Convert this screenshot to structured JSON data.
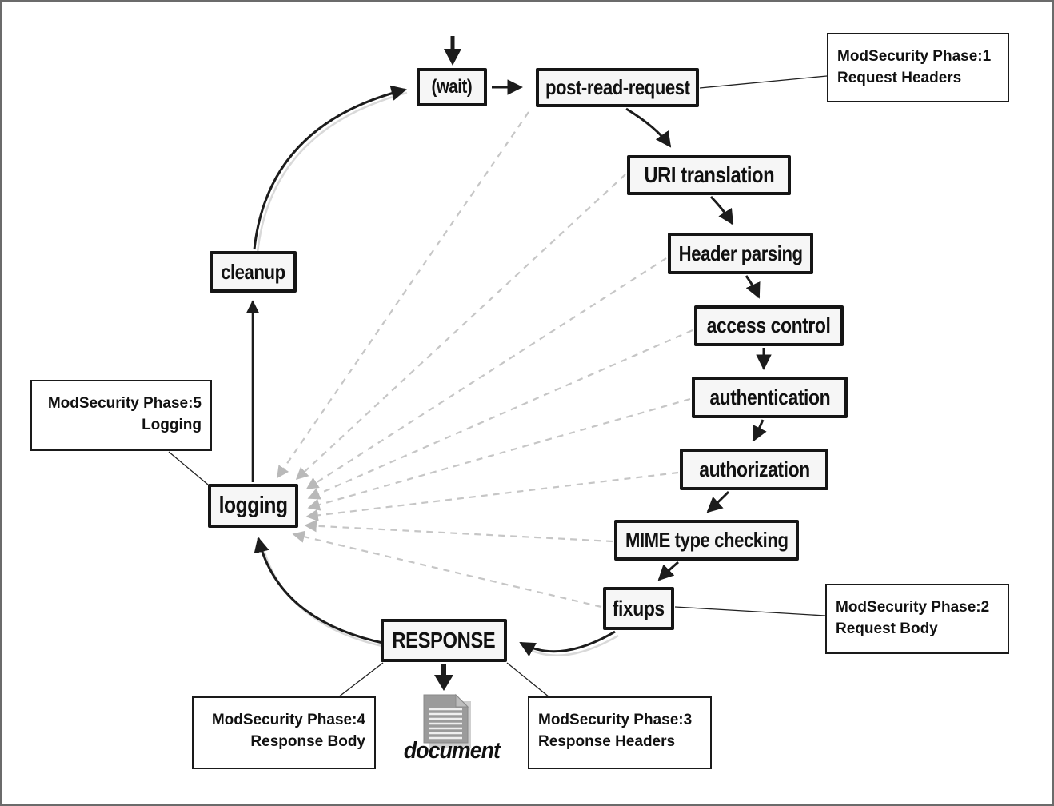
{
  "diagram": {
    "nodes": {
      "wait": {
        "label": "(wait)"
      },
      "post_read_request": {
        "label": "post-read-request"
      },
      "uri_translation": {
        "label": "URI translation"
      },
      "header_parsing": {
        "label": "Header parsing"
      },
      "access_control": {
        "label": "access control"
      },
      "authentication": {
        "label": "authentication"
      },
      "authorization": {
        "label": "authorization"
      },
      "mime_type_checking": {
        "label": "MIME type checking"
      },
      "fixups": {
        "label": "fixups"
      },
      "response": {
        "label": "RESPONSE"
      },
      "logging": {
        "label": "logging"
      },
      "cleanup": {
        "label": "cleanup"
      },
      "document": {
        "label": "document"
      }
    },
    "callouts": {
      "phase1": {
        "line1": "ModSecurity Phase:1",
        "line2": "Request Headers"
      },
      "phase2": {
        "line1": "ModSecurity Phase:2",
        "line2": "Request Body"
      },
      "phase3": {
        "line1": "ModSecurity Phase:3",
        "line2": "Response Headers"
      },
      "phase4": {
        "line1": "ModSecurity Phase:4",
        "line2": "Response Body"
      },
      "phase5": {
        "line1": "ModSecurity Phase:5",
        "line2": "Logging"
      }
    },
    "colors": {
      "node_fill": "#f6f6f6",
      "node_border": "#151515",
      "solid_arrow": "#1c1c1c",
      "dashed_arrow": "#c6c6c6",
      "document_icon": "#9b9b9b"
    }
  }
}
